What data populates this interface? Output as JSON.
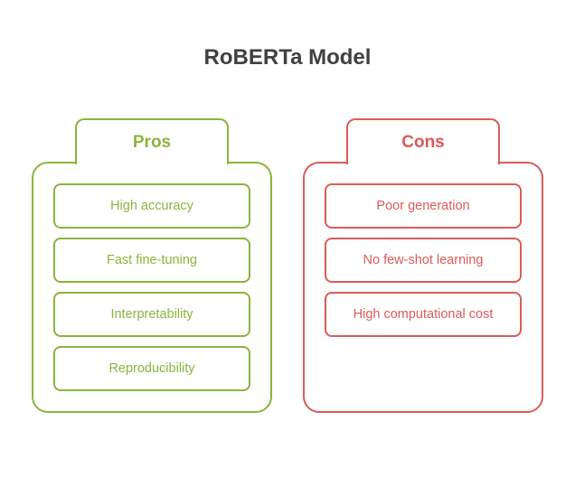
{
  "title": "RoBERTa Model",
  "pros": {
    "label": "Pros",
    "items": [
      "High accuracy",
      "Fast fine-tuning",
      "Interpretability",
      "Reproducibility"
    ]
  },
  "cons": {
    "label": "Cons",
    "items": [
      "Poor generation",
      "No few-shot learning",
      "High computational cost"
    ]
  },
  "colors": {
    "pros": "#8cb43c",
    "cons": "#dc5a5a",
    "title": "#404040"
  }
}
